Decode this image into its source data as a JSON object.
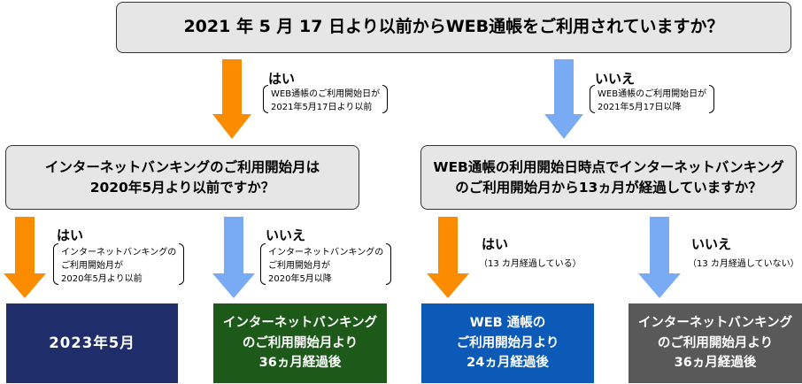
{
  "top_question": "2021 年 5 月 17 日より以前からWEB通帳をご利用されていますか？",
  "left_branch": {
    "answer": "はい",
    "condition": [
      "WEB通帳のご利用開始日が",
      "2021年5月17日より以前"
    ]
  },
  "right_branch": {
    "answer": "いいえ",
    "condition": [
      "WEB通帳のご利用開始日が",
      "2021年5月17日以降"
    ]
  },
  "left_question": [
    "インターネットバンキングのご利用開始月は",
    "2020年5月より以前ですか？"
  ],
  "right_question": [
    "WEB通帳の利用開始日時点でインターネットバンキング",
    "のご利用開始月から13ヵ月が経過していますか？"
  ],
  "sub_branches": [
    {
      "answer": "はい",
      "condition": [
        "インターネットバンキングの",
        "ご利用開始月が",
        "2020年5月より以前"
      ]
    },
    {
      "answer": "いいえ",
      "condition": [
        "インターネットバンキングの",
        "ご利用開始月が",
        "2020年5月以降"
      ]
    },
    {
      "answer": "はい",
      "condition": [
        "（13 カ月経過している）"
      ]
    },
    {
      "answer": "いいえ",
      "condition": [
        "（13 カ月経過していない）"
      ]
    }
  ],
  "results": [
    {
      "lines": [
        "2023年5月"
      ],
      "color": "#1f2e6b"
    },
    {
      "lines": [
        "インターネットバンキング",
        "のご利用開始月より",
        "36ヵ月経過後"
      ],
      "color": "#1d5a1a"
    },
    {
      "lines": [
        "WEB 通帳の",
        "ご利用開始月より",
        "24ヵ月経過後"
      ],
      "color": "#0b5ab8"
    },
    {
      "lines": [
        "インターネットバンキング",
        "のご利用開始月より",
        "36ヵ月経過後"
      ],
      "color": "#595959"
    }
  ],
  "colors": {
    "orange": "#fb8c00",
    "blue": "#79abf4"
  }
}
